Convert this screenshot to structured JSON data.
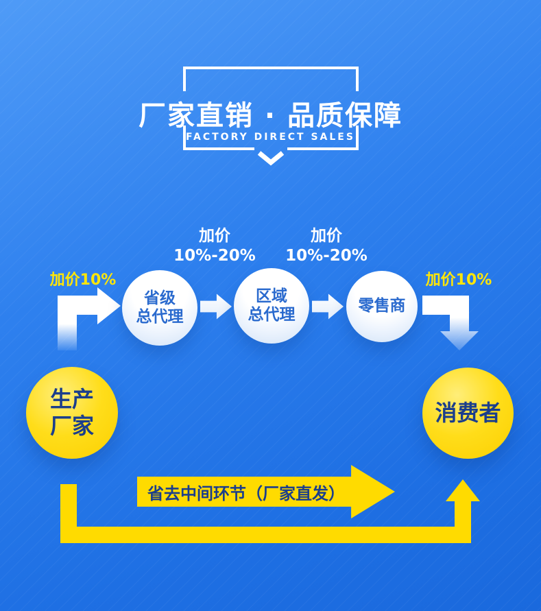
{
  "header": {
    "title": "厂家直销 · 品质保障",
    "subtitle": "FACTORY DIRECT SALES"
  },
  "flow": {
    "left_markup": "加价10%",
    "right_markup": "加价10%",
    "mid_markups": [
      {
        "line1": "加价",
        "line2": "10%-20%"
      },
      {
        "line1": "加价",
        "line2": "10%-20%"
      }
    ],
    "factory": {
      "line1": "生产",
      "line2": "厂家"
    },
    "agents": [
      {
        "line1": "省级",
        "line2": "总代理"
      },
      {
        "line1": "区域",
        "line2": "总代理"
      },
      {
        "line1": "零售商",
        "line2": ""
      }
    ],
    "consumer": "消费者"
  },
  "direct_arrow": {
    "label": "省去中间环节（厂家直发）"
  },
  "colors": {
    "background_blue": "#2b7ced",
    "highlight_yellow": "#ffdb00",
    "markup_label_yellow": "#ffe608",
    "navy_text": "#1b3e8c",
    "node_text_blue": "#2a6ace",
    "white": "#ffffff"
  }
}
